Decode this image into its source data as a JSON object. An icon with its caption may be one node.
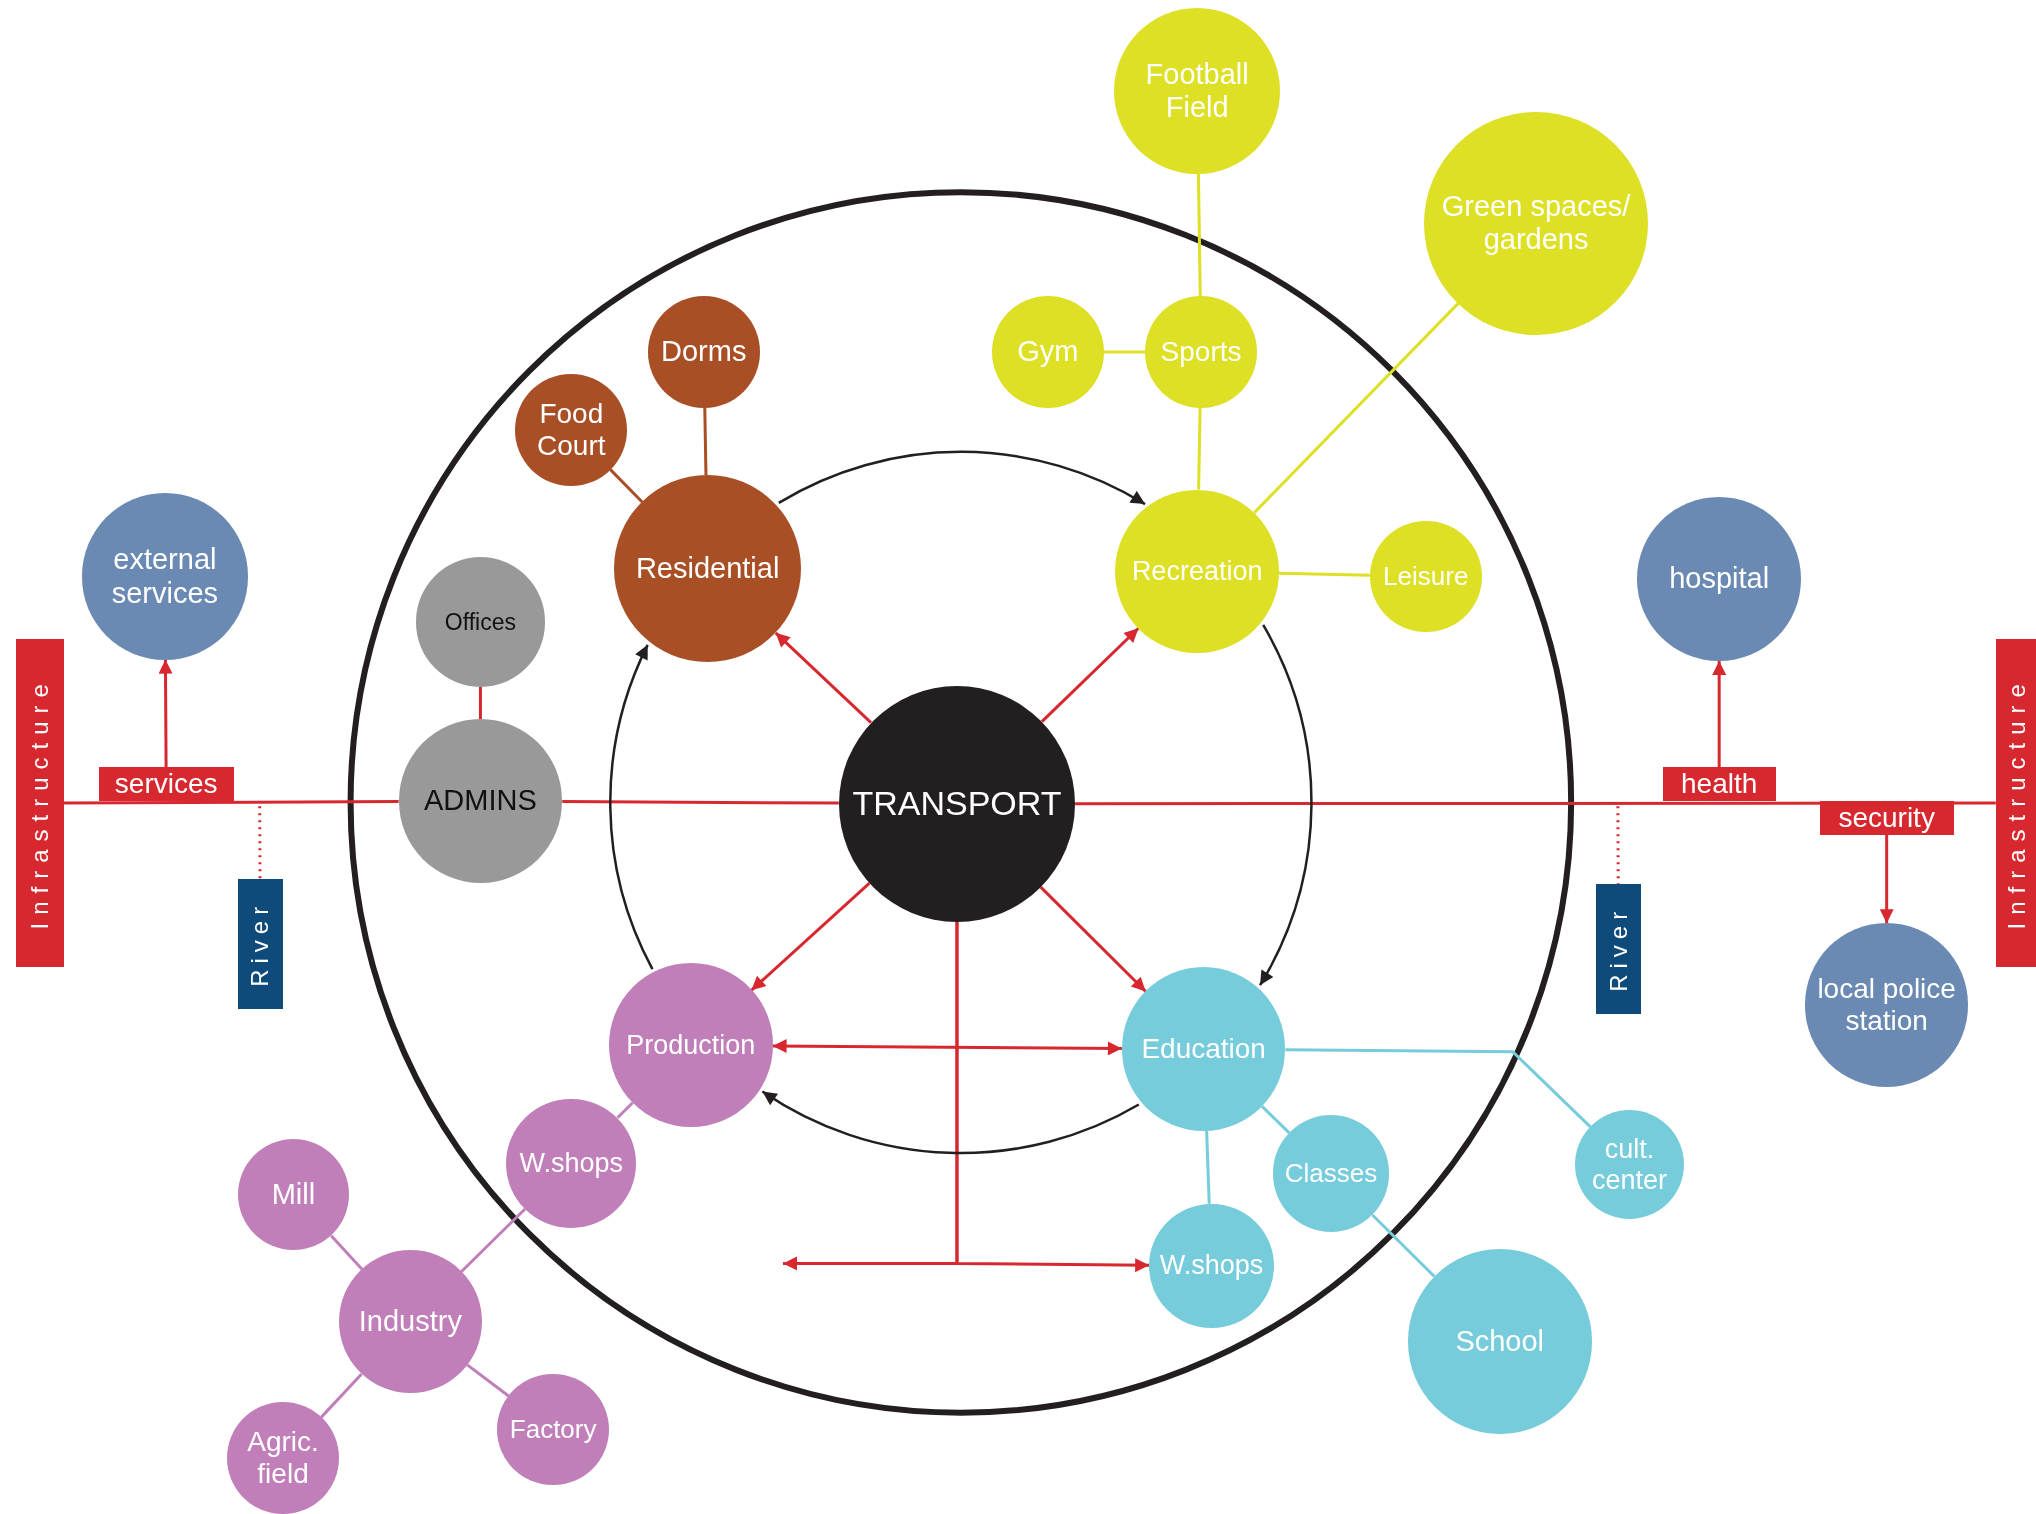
{
  "diagram": {
    "nodes": [
      {
        "text": [
          "TRANSPORT"
        ]
      },
      {
        "text": [
          "Residential"
        ]
      },
      {
        "text": [
          "Dorms"
        ]
      },
      {
        "text": [
          "Food Court"
        ]
      },
      {
        "text": [
          "Recreation"
        ]
      },
      {
        "text": [
          "Sports"
        ]
      },
      {
        "text": [
          "Gym"
        ]
      },
      {
        "text": [
          "Football Field"
        ]
      },
      {
        "text": [
          "Green spaces/ gardens"
        ]
      },
      {
        "text": [
          "Leisure"
        ]
      },
      {
        "text": [
          "Education"
        ]
      },
      {
        "text": [
          "Classes"
        ]
      },
      {
        "text": [
          "W.shops"
        ]
      },
      {
        "text": [
          "cult. center"
        ]
      },
      {
        "text": [
          "School"
        ]
      },
      {
        "text": [
          "Production"
        ]
      },
      {
        "text": [
          "W.shops"
        ]
      },
      {
        "text": [
          "Industry"
        ]
      },
      {
        "text": [
          "Mill"
        ]
      },
      {
        "text": [
          "Factory"
        ]
      },
      {
        "text": [
          "Agric. field"
        ]
      },
      {
        "text": [
          "ADMINS"
        ]
      },
      {
        "text": [
          "Offices"
        ]
      },
      {
        "text": [
          "external services"
        ]
      },
      {
        "text": [
          "hospital"
        ]
      },
      {
        "text": [
          "local police station"
        ]
      },
      {
        "text": [
          "services"
        ]
      },
      {
        "text": [
          "health"
        ]
      },
      {
        "text": [
          "security"
        ]
      },
      {
        "text": [
          "Infrastructure"
        ]
      },
      {
        "text": [
          "Infrastructure"
        ]
      },
      {
        "text": [
          "River"
        ]
      },
      {
        "text": [
          "River"
        ]
      }
    ],
    "edges": [
      {
        "from": 29,
        "to": 21,
        "arrow": "none"
      },
      {
        "from": 21,
        "to": 0,
        "arrow": "none"
      },
      {
        "from": 0,
        "to": 30,
        "arrow": "none"
      },
      {
        "from": 26,
        "to": 23,
        "arrow": "to"
      },
      {
        "from": 27,
        "to": 24,
        "arrow": "to"
      },
      {
        "from": 28,
        "to": 25,
        "arrow": "to"
      },
      {
        "from": 0,
        "to": 1,
        "arrow": "to"
      },
      {
        "from": 0,
        "to": 4,
        "arrow": "to"
      },
      {
        "from": 0,
        "to": 15,
        "arrow": "to"
      },
      {
        "from": 0,
        "to": 10,
        "arrow": "to"
      },
      {
        "from": 0,
        "to": 12,
        "arrow": "to"
      },
      {
        "from": 0,
        "to": null,
        "arrow": "to"
      },
      {
        "from": 15,
        "to": 10,
        "arrow": "both"
      },
      {
        "from": 22,
        "to": 21,
        "arrow": "none"
      },
      {
        "from": 1,
        "to": 4,
        "arrow": "to",
        "color": "#231f20"
      },
      {
        "from": 4,
        "to": 10,
        "arrow": "to",
        "color": "#231f20"
      },
      {
        "from": 10,
        "to": 15,
        "arrow": "to",
        "color": "#231f20"
      },
      {
        "from": 15,
        "to": 1,
        "arrow": "to",
        "color": "#231f20"
      },
      {
        "from": null,
        "to": 31,
        "arrow": "none",
        "style": "dashed"
      },
      {
        "from": null,
        "to": 32,
        "arrow": "none",
        "style": "dashed"
      },
      {
        "from": 1,
        "to": 2,
        "arrow": "none",
        "color": "#a94f26"
      },
      {
        "from": 1,
        "to": 3,
        "arrow": "none",
        "color": "#a94f26"
      },
      {
        "from": 4,
        "to": 5,
        "arrow": "none",
        "color": "#dde025"
      },
      {
        "from": 5,
        "to": 6,
        "arrow": "none",
        "color": "#dde025"
      },
      {
        "from": 5,
        "to": 7,
        "arrow": "none",
        "color": "#dde025"
      },
      {
        "from": 4,
        "to": 8,
        "arrow": "none",
        "color": "#dde025"
      },
      {
        "from": 4,
        "to": 9,
        "arrow": "none",
        "color": "#dde025"
      },
      {
        "from": 10,
        "to": 11,
        "arrow": "none",
        "color": "#76ccdb"
      },
      {
        "from": 10,
        "to": 12,
        "arrow": "none",
        "color": "#76ccdb"
      },
      {
        "from": 10,
        "to": 13,
        "arrow": "none",
        "color": "#76ccdb"
      },
      {
        "from": 11,
        "to": 14,
        "arrow": "none",
        "color": "#76ccdb"
      },
      {
        "from": 15,
        "to": 16,
        "arrow": "none",
        "color": "#c17fba"
      },
      {
        "from": 16,
        "to": 17,
        "arrow": "none",
        "color": "#c17fba"
      },
      {
        "from": 17,
        "to": 18,
        "arrow": "none",
        "color": "#c17fba"
      },
      {
        "from": 17,
        "to": 19,
        "arrow": "none",
        "color": "#c17fba"
      },
      {
        "from": 17,
        "to": 20,
        "arrow": "none",
        "color": "#c17fba"
      }
    ]
  }
}
